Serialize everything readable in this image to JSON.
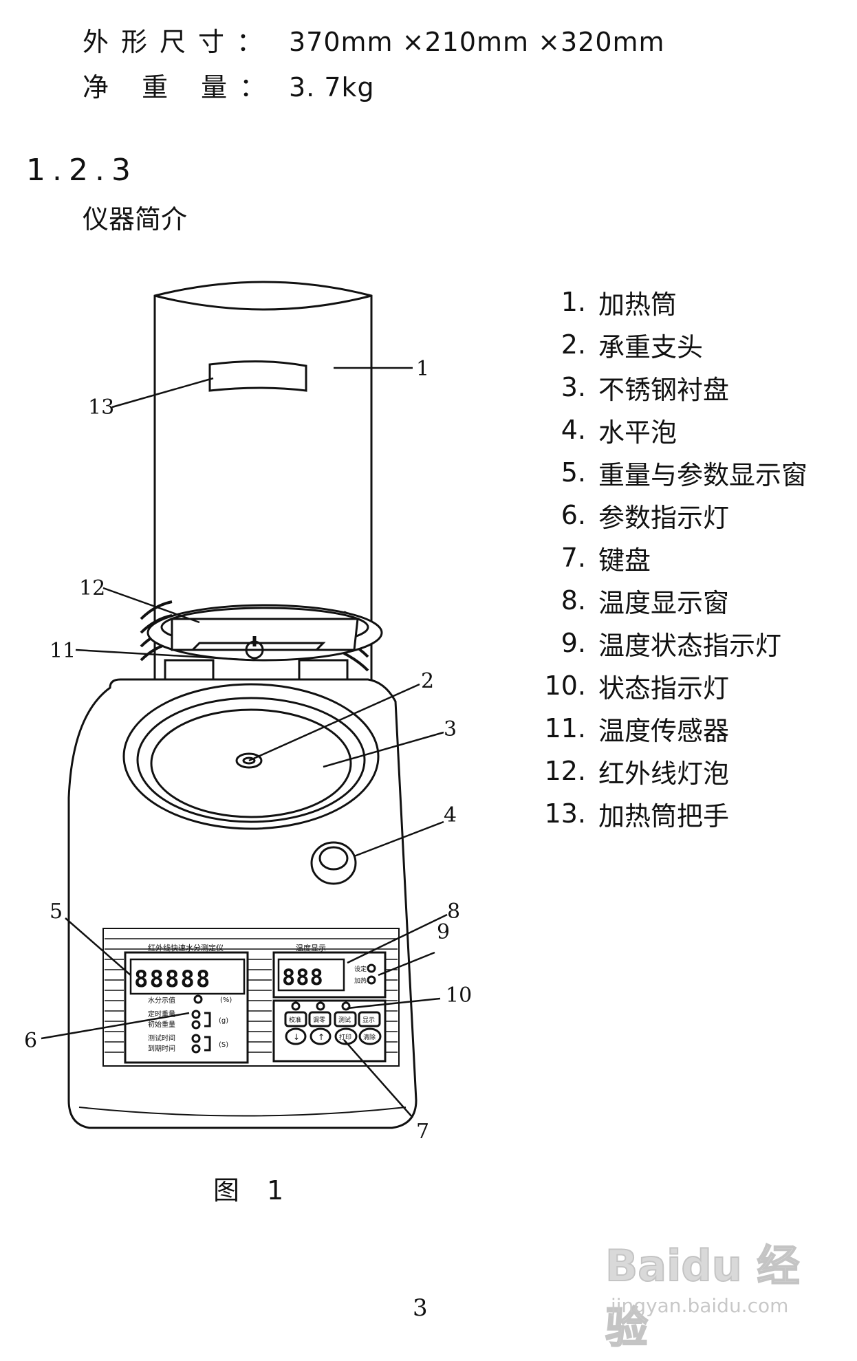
{
  "specs": [
    {
      "label": "外形尺寸：",
      "value": "370mm ×210mm ×320mm"
    },
    {
      "label": "净 重 量：",
      "value": "3. 7kg"
    }
  ],
  "section_number": "1.2.3",
  "section_title": "仪器简介",
  "legend": [
    {
      "num": "1.",
      "text": "加热筒"
    },
    {
      "num": "2.",
      "text": "承重支头"
    },
    {
      "num": "3.",
      "text": "不锈钢衬盘"
    },
    {
      "num": "4.",
      "text": "水平泡"
    },
    {
      "num": "5.",
      "text": "重量与参数显示窗"
    },
    {
      "num": "6.",
      "text": "参数指示灯"
    },
    {
      "num": "7.",
      "text": "键盘"
    },
    {
      "num": "8.",
      "text": "温度显示窗"
    },
    {
      "num": "9.",
      "text": "温度状态指示灯"
    },
    {
      "num": "10.",
      "text": "状态指示灯"
    },
    {
      "num": "11.",
      "text": "温度传感器"
    },
    {
      "num": "12.",
      "text": "红外线灯泡"
    },
    {
      "num": "13.",
      "text": "加热筒把手"
    }
  ],
  "diagram_labels": [
    "1",
    "2",
    "3",
    "4",
    "5",
    "6",
    "7",
    "8",
    "9",
    "10",
    "11",
    "12",
    "13"
  ],
  "panel": {
    "title": "红外线快速水分测定仪",
    "temp_title": "温度显示",
    "weight_display": "88888",
    "temp_display": "888",
    "param_rows": [
      "水分示值",
      "定时重量",
      "初始重量",
      "测试时间",
      "到期时间"
    ],
    "param_units": [
      "(%)",
      "(g)",
      "(S)"
    ],
    "temp_leds": [
      "设定",
      "加热"
    ],
    "keys_top": [
      "校准",
      "调零",
      "测试",
      "显示"
    ],
    "keys_bottom": [
      "↓",
      "↑",
      "打印",
      "清除"
    ]
  },
  "caption_label": "图",
  "caption_number": "1",
  "page_number": "3",
  "watermark": {
    "logo": "Baidu 经验",
    "url": "jingyan.baidu.com"
  }
}
